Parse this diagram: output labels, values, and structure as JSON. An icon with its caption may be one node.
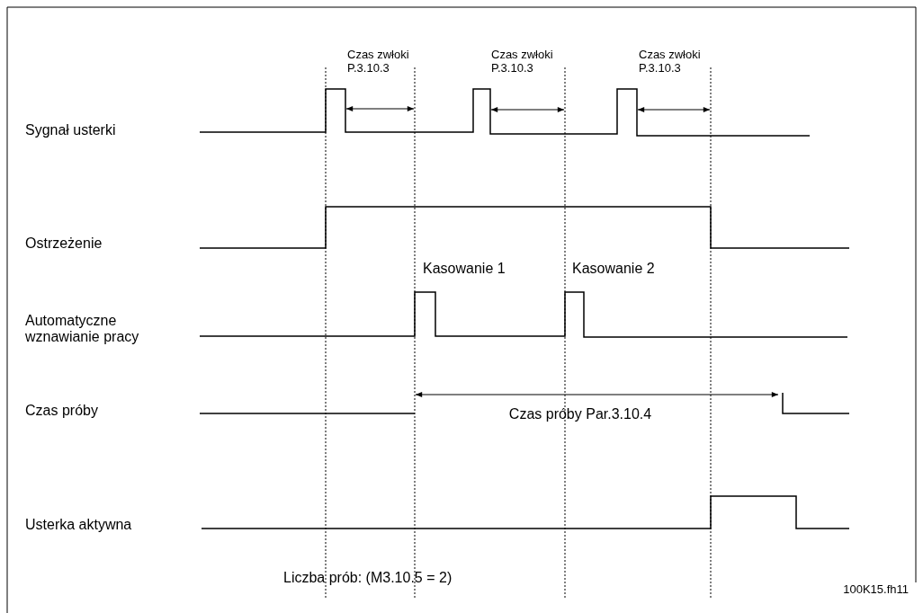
{
  "diagram": {
    "labels": [
      "Czas zwłoki P.3.10.3",
      "Czas zwłoki P.3.10.3",
      "Czas zwłoki P.3.10.3",
      "Sygnał usterki",
      "Ostrzeżenie",
      "Kasowanie 1",
      "Kasowanie 2",
      "Automatyczne wznawianie pracy",
      "Czas próby",
      "Czas próby Par.3.10.4",
      "Usterka aktywna",
      "Liczba prób: (M3.10.5 = 2)",
      "100K15.fh11"
    ]
  }
}
